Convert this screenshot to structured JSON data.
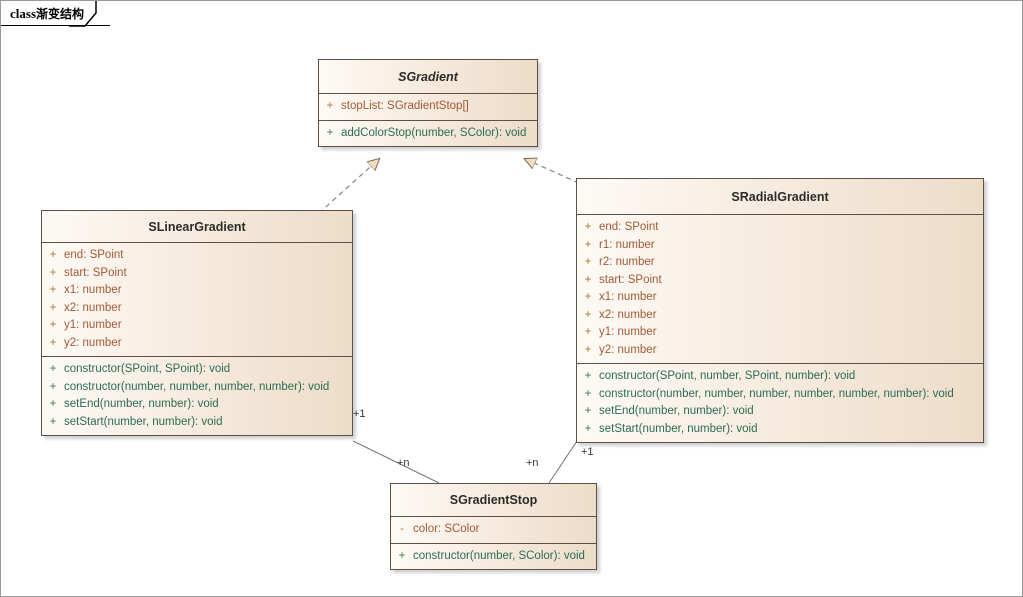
{
  "diagram": {
    "frame_keyword": "class",
    "frame_title": "渐变结构",
    "type": "uml-class-diagram"
  },
  "classes": {
    "sgradient": {
      "name": "SGradient",
      "abstract": true,
      "attributes": [
        {
          "visibility": "+",
          "text": "stopList: SGradientStop[]"
        }
      ],
      "operations": [
        {
          "visibility": "+",
          "text": "addColorStop(number, SColor): void"
        }
      ]
    },
    "slineargradient": {
      "name": "SLinearGradient",
      "abstract": false,
      "attributes": [
        {
          "visibility": "+",
          "text": "end: SPoint"
        },
        {
          "visibility": "+",
          "text": "start: SPoint"
        },
        {
          "visibility": "+",
          "text": "x1: number"
        },
        {
          "visibility": "+",
          "text": "x2: number"
        },
        {
          "visibility": "+",
          "text": "y1: number"
        },
        {
          "visibility": "+",
          "text": "y2: number"
        }
      ],
      "operations": [
        {
          "visibility": "+",
          "text": "constructor(SPoint, SPoint): void"
        },
        {
          "visibility": "+",
          "text": "constructor(number, number, number, number): void"
        },
        {
          "visibility": "+",
          "text": "setEnd(number, number): void"
        },
        {
          "visibility": "+",
          "text": "setStart(number, number): void"
        }
      ]
    },
    "sradialgradient": {
      "name": "SRadialGradient",
      "abstract": false,
      "attributes": [
        {
          "visibility": "+",
          "text": "end: SPoint"
        },
        {
          "visibility": "+",
          "text": "r1: number"
        },
        {
          "visibility": "+",
          "text": "r2: number"
        },
        {
          "visibility": "+",
          "text": "start: SPoint"
        },
        {
          "visibility": "+",
          "text": "x1: number"
        },
        {
          "visibility": "+",
          "text": "x2: number"
        },
        {
          "visibility": "+",
          "text": "y1: number"
        },
        {
          "visibility": "+",
          "text": "y2: number"
        }
      ],
      "operations": [
        {
          "visibility": "+",
          "text": "constructor(SPoint, number, SPoint, number): void"
        },
        {
          "visibility": "+",
          "text": "constructor(number, number, number, number, number, number): void"
        },
        {
          "visibility": "+",
          "text": "setEnd(number, number): void"
        },
        {
          "visibility": "+",
          "text": "setStart(number, number): void"
        }
      ]
    },
    "sgradientstop": {
      "name": "SGradientStop",
      "abstract": false,
      "attributes": [
        {
          "visibility": "-",
          "text": "color: SColor"
        }
      ],
      "operations": [
        {
          "visibility": "+",
          "text": "constructor(number, SColor): void"
        }
      ]
    }
  },
  "relationships": {
    "realize_linear": {
      "kind": "realization",
      "from": "SLinearGradient",
      "to": "SGradient"
    },
    "realize_radial": {
      "kind": "realization",
      "from": "SRadialGradient",
      "to": "SGradient"
    },
    "assoc_linear_stop": {
      "kind": "association",
      "from": "SLinearGradient",
      "to": "SGradientStop",
      "source_multiplicity": "+1",
      "target_multiplicity": "+n"
    },
    "assoc_radial_stop": {
      "kind": "association",
      "from": "SRadialGradient",
      "to": "SGradientStop",
      "source_multiplicity": "+1",
      "target_multiplicity": "+n"
    }
  },
  "colors": {
    "box_border": "#5c5147",
    "box_fill_light": "#fdfaf6",
    "box_fill_dark": "#eddcc8",
    "attribute_text": "#a15a36",
    "operation_text": "#2c6b57",
    "line": "#7a7a7a",
    "arrowhead_fill": "#f3ddc0",
    "canvas_border": "#9a9a9a"
  }
}
